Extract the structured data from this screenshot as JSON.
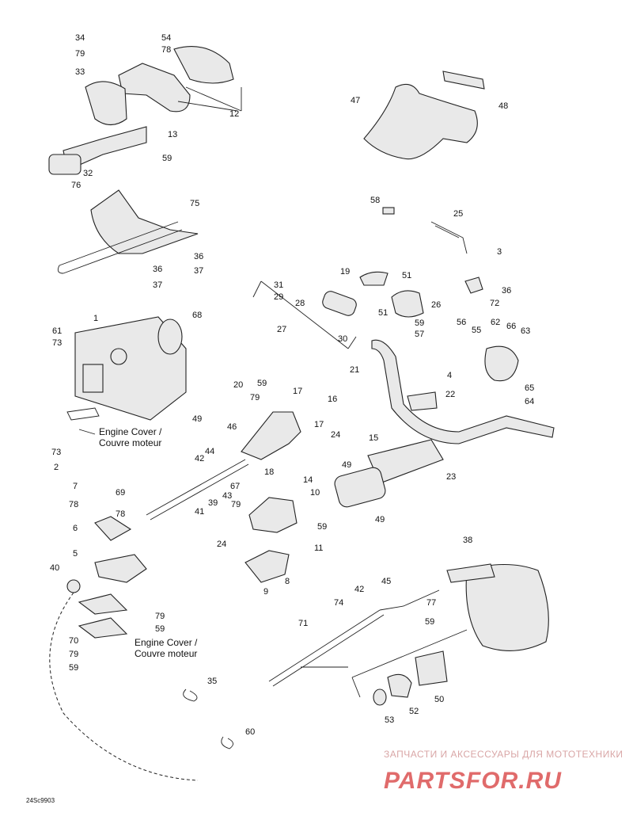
{
  "callouts": [
    "34",
    "54",
    "79",
    "78",
    "33",
    "12",
    "13",
    "59",
    "47",
    "48",
    "32",
    "75",
    "76",
    "36",
    "36",
    "37",
    "37",
    "58",
    "25",
    "3",
    "31",
    "29",
    "28",
    "51",
    "19",
    "51",
    "26",
    "59",
    "57",
    "36",
    "72",
    "27",
    "30",
    "61",
    "73",
    "1",
    "68",
    "56",
    "55",
    "62",
    "66",
    "63",
    "21",
    "4",
    "65",
    "64",
    "20",
    "59",
    "17",
    "79",
    "22",
    "16",
    "49",
    "46",
    "17",
    "24",
    "73",
    "2",
    "44",
    "42",
    "18",
    "15",
    "49",
    "23",
    "7",
    "69",
    "67",
    "39",
    "43",
    "14",
    "78",
    "78",
    "41",
    "79",
    "10",
    "49",
    "6",
    "59",
    "11",
    "24",
    "38",
    "5",
    "8",
    "40",
    "9",
    "45",
    "42",
    "77",
    "74",
    "59",
    "79",
    "59",
    "71",
    "70",
    "79",
    "59",
    "35",
    "50",
    "52",
    "53",
    "60"
  ],
  "labels": {
    "engine_cover_1": "Engine Cover /",
    "engine_cover_1b": "Couvre moteur",
    "engine_cover_2": "Engine Cover /",
    "engine_cover_2b": "Couvre moteur"
  },
  "watermark": {
    "line1": "ЗАПЧАСТИ И АКСЕССУАРЫ ДЛЯ МОТОТЕХНИКИ",
    "line2": "PARTSFOR.RU"
  },
  "diagram_code": "24Sc9903",
  "colors": {
    "ink": "#111111",
    "watermark": "#e06b6b"
  }
}
